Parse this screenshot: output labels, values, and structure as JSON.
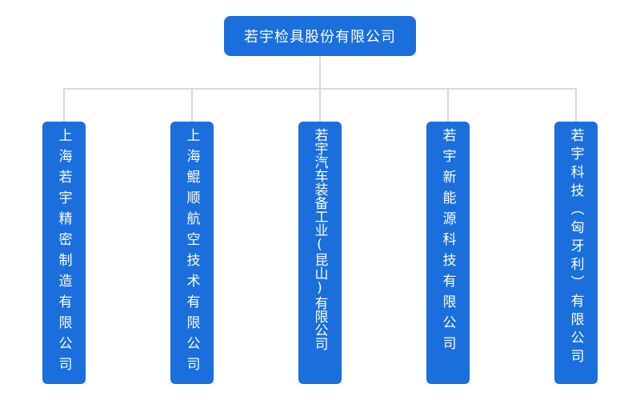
{
  "root": {
    "label": "若宇检具股份有限公司"
  },
  "children": [
    {
      "label": "上海若宇精密制造有限公司"
    },
    {
      "label": "上海鲲顺航空技术有限公司"
    },
    {
      "label": "若宇汽车装备工业(昆山)有限公司"
    },
    {
      "label": "若宇新能源科技有限公司"
    },
    {
      "label": "若宇科技（匈牙利）有限公司"
    }
  ],
  "colors": {
    "box": "#1a6fdc",
    "connector": "#d9d9d9",
    "text": "#ffffff"
  }
}
